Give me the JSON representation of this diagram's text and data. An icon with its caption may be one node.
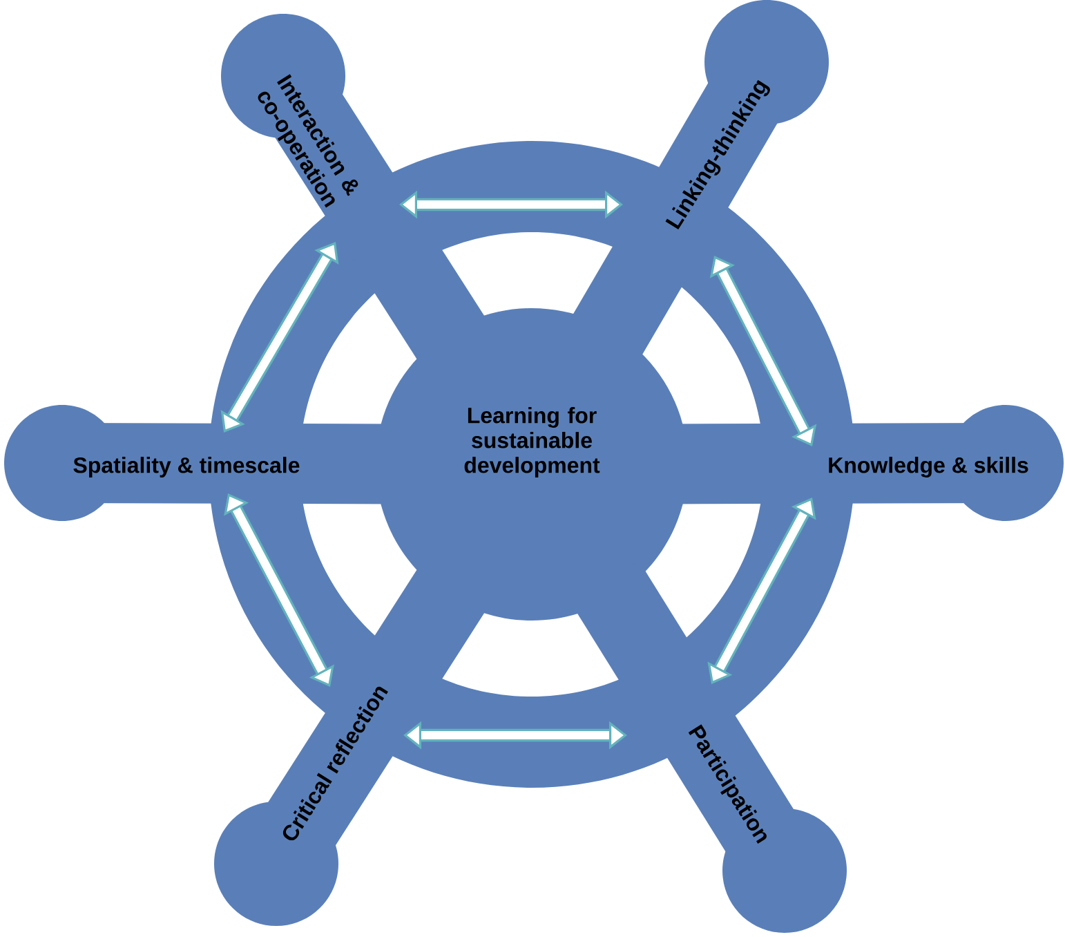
{
  "diagram": {
    "nodes": [
      {
        "text": [
          "Learning for sustainable development"
        ]
      },
      {
        "text": [
          "Interaction & co-operation"
        ]
      },
      {
        "text": [
          "Linking-thinking"
        ]
      },
      {
        "text": [
          "Knowledge & skills"
        ]
      },
      {
        "text": [
          "Participation"
        ]
      },
      {
        "text": [
          "Critical reflection"
        ]
      },
      {
        "text": [
          "Spatiality & timescale"
        ]
      }
    ],
    "edges": [
      {
        "from": 1,
        "to": 2,
        "arrow": "both"
      },
      {
        "from": 2,
        "to": 3,
        "arrow": "both"
      },
      {
        "from": 3,
        "to": 4,
        "arrow": "both"
      },
      {
        "from": 4,
        "to": 5,
        "arrow": "both"
      },
      {
        "from": 5,
        "to": 6,
        "arrow": "both"
      },
      {
        "from": 6,
        "to": 1,
        "arrow": "both"
      }
    ]
  }
}
